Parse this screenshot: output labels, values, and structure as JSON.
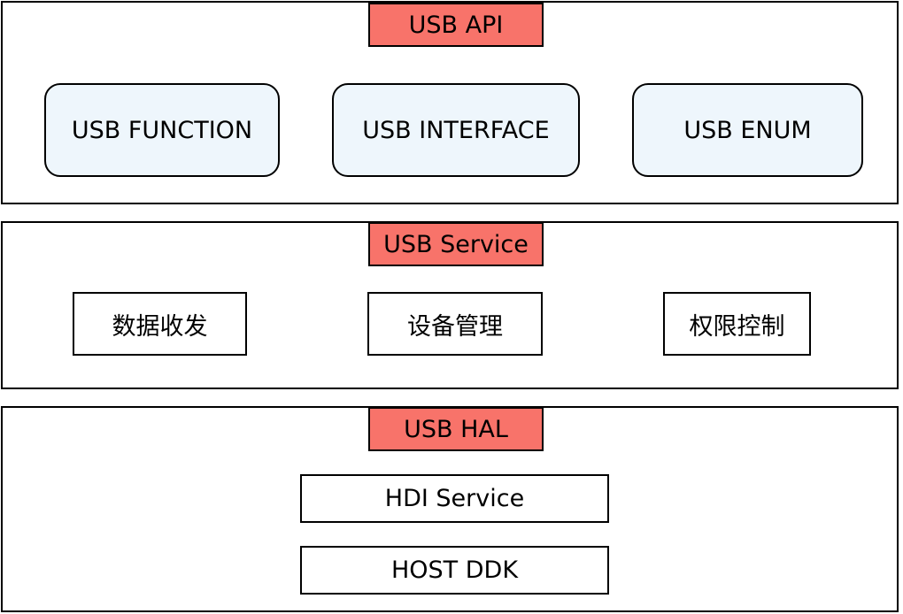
{
  "layers": {
    "api": {
      "title": "USB API",
      "modules": [
        "USB FUNCTION",
        "USB INTERFACE",
        "USB ENUM"
      ]
    },
    "service": {
      "title": "USB Service",
      "modules": [
        "数据收发",
        "设备管理",
        "权限控制"
      ]
    },
    "hal": {
      "title": "USB HAL",
      "modules": [
        "HDI Service",
        "HOST DDK"
      ]
    }
  },
  "colors": {
    "title_fill": "#f8736a",
    "api_module_fill": "#eef6fc",
    "border": "#000000",
    "background": "#ffffff"
  }
}
